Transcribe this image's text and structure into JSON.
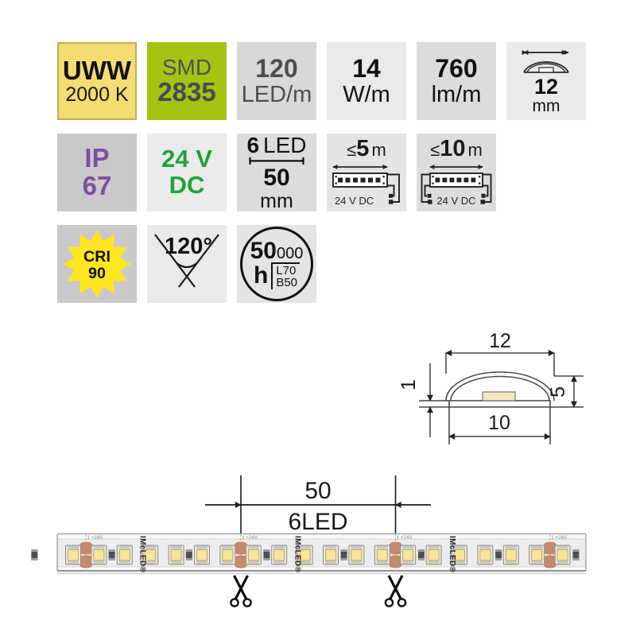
{
  "badges": {
    "color": {
      "label": "UWW",
      "temp": "2000 K"
    },
    "chip": {
      "type": "SMD",
      "size": "2835"
    },
    "density": {
      "value": "120",
      "unit": "LED/m"
    },
    "power": {
      "value": "14",
      "unit": "W/m"
    },
    "flux": {
      "value": "760",
      "unit": "lm/m"
    },
    "width": {
      "value": "12",
      "unit": "mm"
    },
    "ip": {
      "line1": "IP",
      "line2": "67"
    },
    "voltage": {
      "line1": "24 V",
      "line2": "DC"
    },
    "cut": {
      "count": "6",
      "count_unit": "LED",
      "length": "50",
      "length_unit": "mm"
    },
    "run5": {
      "prefix": "≤",
      "value": "5",
      "unit": "m",
      "supply": "24 V DC"
    },
    "run10": {
      "prefix": "≤",
      "value": "10",
      "unit": "m",
      "supply": "24 V DC"
    },
    "cri": {
      "label": "CRI",
      "value": "90"
    },
    "beam": {
      "value": "120°"
    },
    "lifetime": {
      "value": "50",
      "zeros": "000",
      "unit": "h",
      "l70": "L70",
      "b50": "B50"
    }
  },
  "drawing": {
    "width_top": "12",
    "base_height": "1",
    "total_height": "5",
    "width_bottom": "10"
  },
  "strip": {
    "dim_value": "50",
    "dim_label": "6LED",
    "brand": "IMcLED®",
    "marking": "+24V"
  },
  "colors": {
    "accent_yellow": "#F4DC73",
    "accent_green": "#A6C313",
    "purple": "#7B4FA0",
    "green_text": "#1FA33C",
    "star_yellow": "#FFE620",
    "copper_pad": "#C68A69",
    "led_warm": "#F4E69B"
  }
}
